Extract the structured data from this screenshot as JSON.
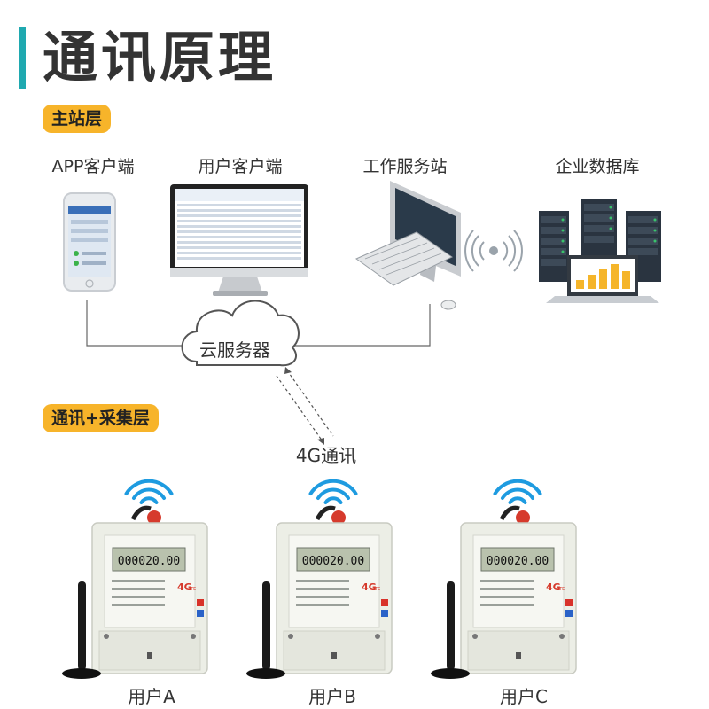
{
  "title": "通讯原理",
  "layers": {
    "top": "主站层",
    "bottom": "通讯+采集层"
  },
  "nodes": {
    "app": "APP客户端",
    "user_client": "用户客户端",
    "workstation": "工作服务站",
    "database": "企业数据库",
    "cloud": "云服务器",
    "comm": "4G通讯"
  },
  "meter": {
    "reading": "000020.00",
    "badge": "4G",
    "sub_badge": "LTE"
  },
  "users": [
    "用户A",
    "用户B",
    "用户C"
  ],
  "colors": {
    "accent": "#1fa9b0",
    "badge": "#f7b42a",
    "wifi": "#1e9be0",
    "bars": "#f5b52a"
  }
}
